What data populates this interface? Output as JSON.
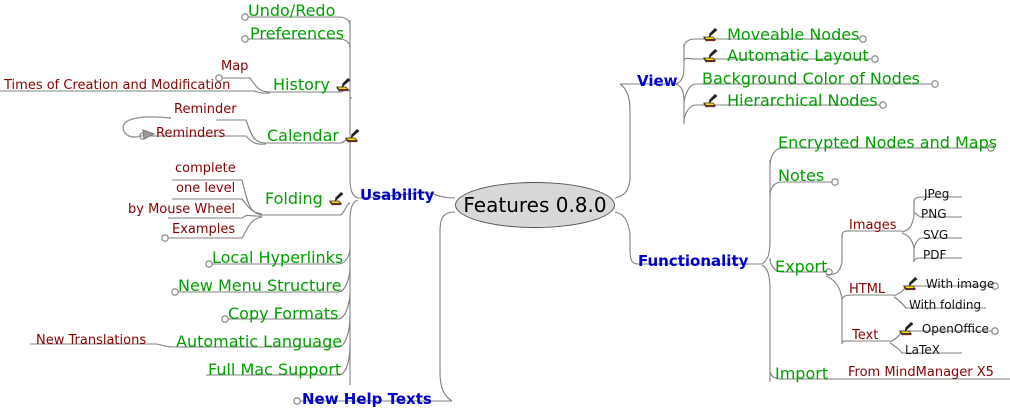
{
  "map": {
    "title": "Features 0.8.0",
    "colors": {
      "root_fill": "#d8d8d8",
      "root_border": "#555555",
      "level1": "#0000cc",
      "level2": "#00a000",
      "level3": "#8b0000",
      "level4": "#111111",
      "edge": "#808080",
      "icon_brush": "#ffd800"
    },
    "root": {
      "label": "Features 0.8.0"
    },
    "branches": {
      "usability": {
        "label": "Usability",
        "children": [
          {
            "label": "Undo/Redo",
            "icon": null,
            "children": []
          },
          {
            "label": "Preferences",
            "icon": null,
            "children": []
          },
          {
            "label": "History",
            "icon": "brush-icon",
            "children": [
              {
                "label": "Map"
              },
              {
                "label": "Times of Creation and Modification"
              }
            ]
          },
          {
            "label": "Calendar",
            "icon": "brush-icon",
            "children": [
              {
                "label": "Reminder"
              },
              {
                "label": "Reminders"
              }
            ]
          },
          {
            "label": "Folding",
            "icon": "brush-icon",
            "children": [
              {
                "label": "complete"
              },
              {
                "label": "one level"
              },
              {
                "label": "by Mouse Wheel"
              },
              {
                "label": "Examples"
              }
            ]
          },
          {
            "label": "Local Hyperlinks",
            "icon": null,
            "children": []
          },
          {
            "label": "New Menu Structure",
            "icon": null,
            "children": []
          },
          {
            "label": "Copy Formats",
            "icon": null,
            "children": []
          },
          {
            "label": "Automatic Language",
            "icon": null,
            "children": [
              {
                "label": "New Translations"
              }
            ]
          },
          {
            "label": "Full Mac Support",
            "icon": null,
            "children": []
          }
        ]
      },
      "new_help_texts": {
        "label": "New Help Texts"
      },
      "view": {
        "label": "View",
        "children": [
          {
            "label": "Moveable Nodes",
            "icon": "brush-icon"
          },
          {
            "label": "Automatic Layout",
            "icon": "brush-icon"
          },
          {
            "label": "Background Color of Nodes",
            "icon": null
          },
          {
            "label": "Hierarchical Nodes",
            "icon": "brush-icon"
          }
        ]
      },
      "functionality": {
        "label": "Functionality",
        "children": [
          {
            "label": "Encrypted Nodes and Maps"
          },
          {
            "label": "Notes"
          },
          {
            "label": "Export",
            "children": [
              {
                "label": "Images",
                "children": [
                  {
                    "label": "JPeg"
                  },
                  {
                    "label": "PNG"
                  },
                  {
                    "label": "SVG"
                  },
                  {
                    "label": "PDF"
                  }
                ]
              },
              {
                "label": "HTML",
                "children": [
                  {
                    "label": "With image",
                    "icon": "brush-icon"
                  },
                  {
                    "label": "With folding"
                  }
                ]
              },
              {
                "label": "Text",
                "children": [
                  {
                    "label": "OpenOffice",
                    "icon": "brush-icon"
                  },
                  {
                    "label": "LaTeX"
                  }
                ]
              }
            ]
          },
          {
            "label": "Import",
            "children": [
              {
                "label": "From MindManager X5"
              }
            ]
          }
        ]
      }
    },
    "arrow_link": {
      "from": "Reminder",
      "to": "Reminders"
    }
  }
}
